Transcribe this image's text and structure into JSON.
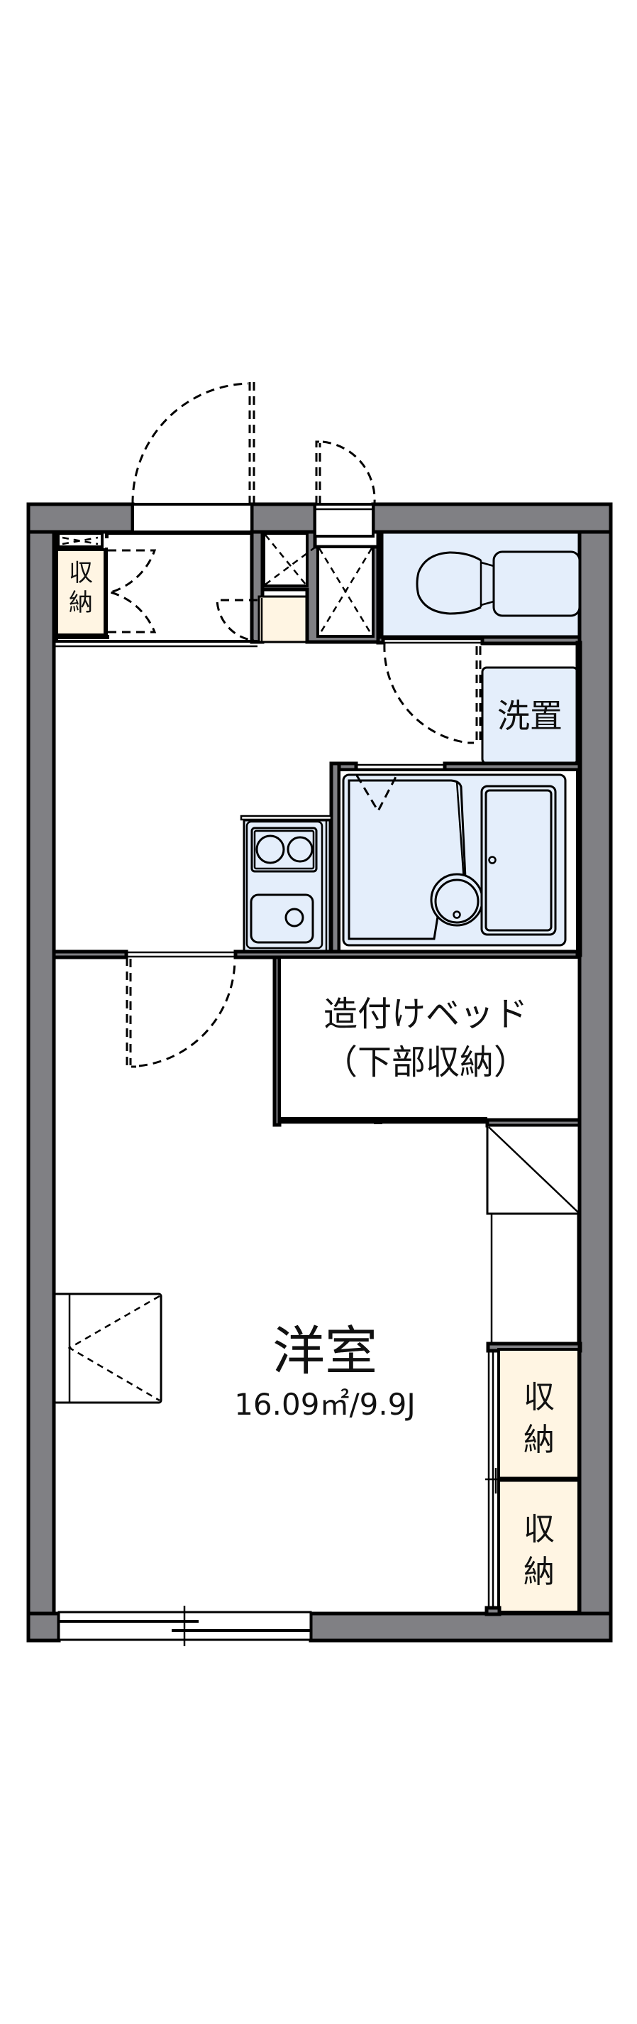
{
  "plan": {
    "colors": {
      "wall": "#808084",
      "wet_area": "#e4eefb",
      "storage": "#fff5e3",
      "line": "#000000",
      "floor": "#ffffff"
    },
    "rooms": {
      "main_room": {
        "label": "洋室",
        "area": "16.09㎡/9.9J"
      },
      "built_in_bed": {
        "label_line1": "造付けベッド",
        "label_line2": "（下部収納）"
      },
      "washer_space": {
        "label": "洗置"
      },
      "storage_entry": {
        "label_line1": "収",
        "label_line2": "納"
      },
      "storage_room_1": {
        "label_line1": "収",
        "label_line2": "納"
      },
      "storage_room_2": {
        "label_line1": "収",
        "label_line2": "納"
      }
    },
    "fixtures": [
      "toilet",
      "unit-bath",
      "bathtub",
      "wash-basin",
      "kitchen-counter",
      "two-burner-stove",
      "kitchen-sink",
      "washing-machine-space",
      "ladder-steps",
      "pipe-shafts",
      "windows",
      "entrance-door"
    ]
  }
}
